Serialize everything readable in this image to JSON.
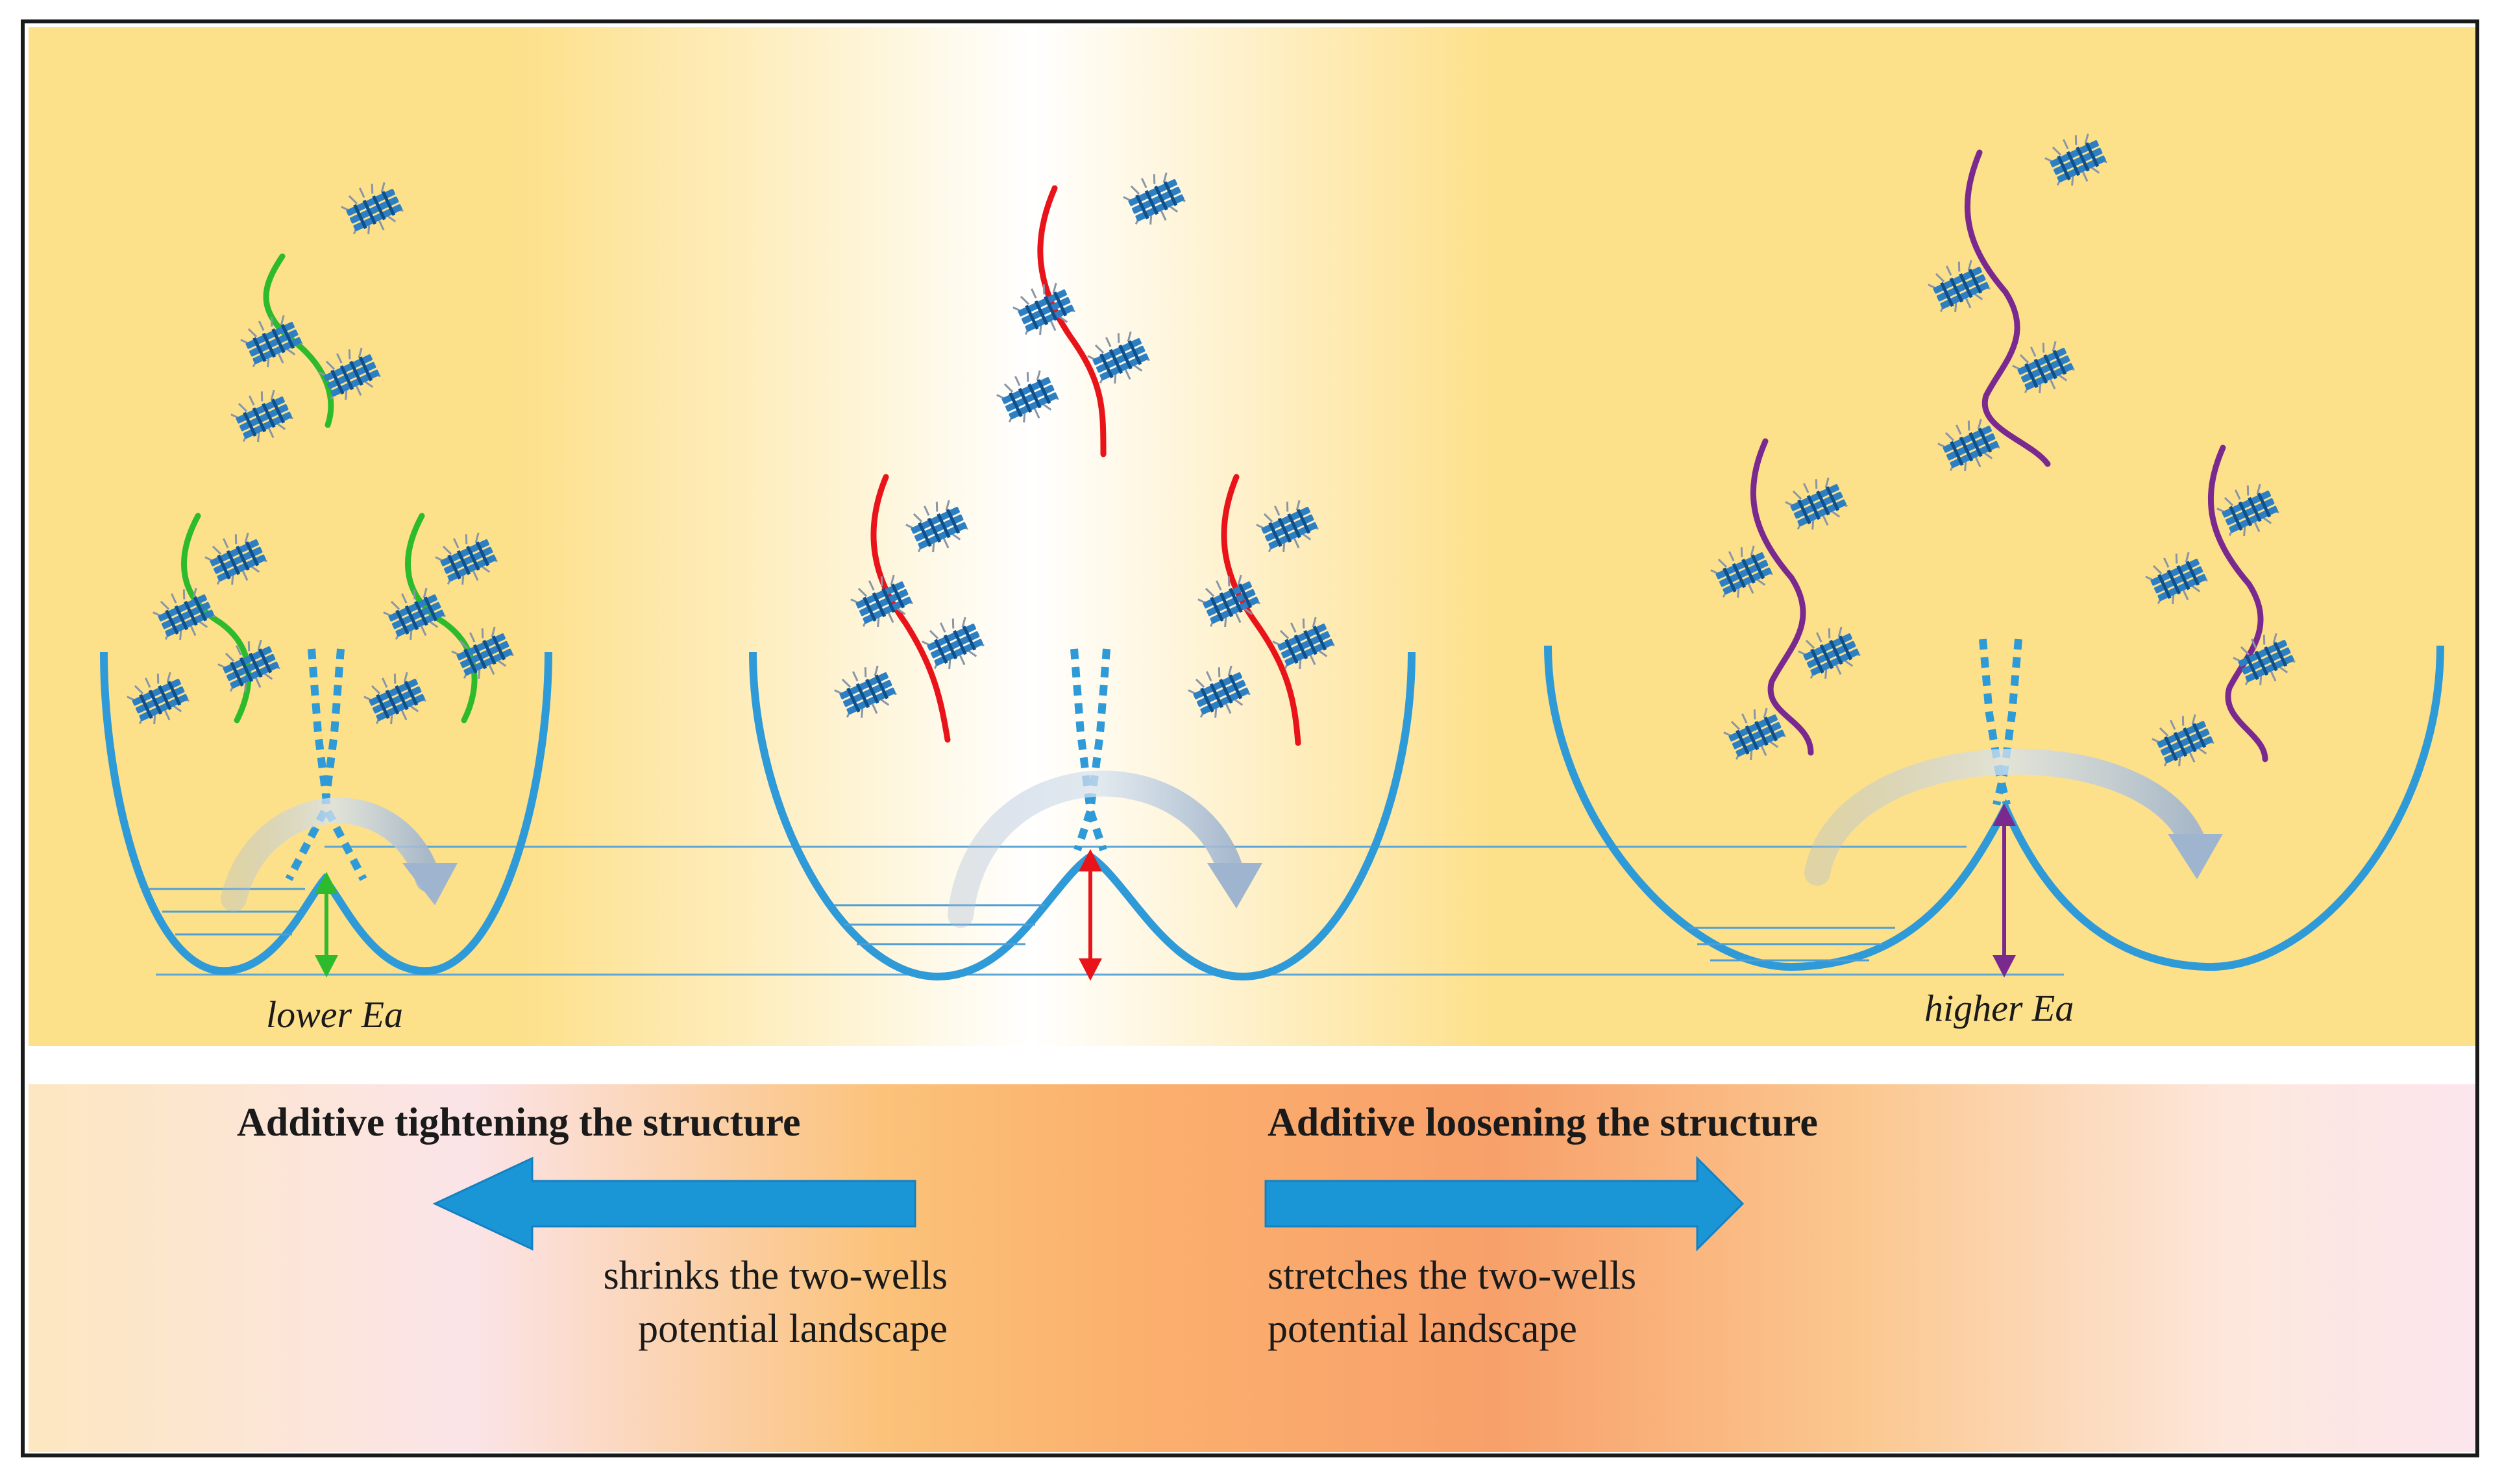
{
  "labels": {
    "lower_ea": "lower Ea",
    "higher_ea": "higher Ea"
  },
  "legend": {
    "tighten_heading": "Additive tightening the structure",
    "tighten_desc": "shrinks the two-wells\npotential landscape",
    "loosen_heading": "Additive loosening the structure",
    "loosen_desc": "stretches the two-wells\npotential landscape"
  },
  "colors": {
    "well": "#2f9ad8",
    "arrow_blue": "#1a96d6",
    "green_strand": "#2dbb2d",
    "red_strand": "#e8141a",
    "purple_strand": "#7a2a8f",
    "molecule": "#2d7fc4"
  }
}
